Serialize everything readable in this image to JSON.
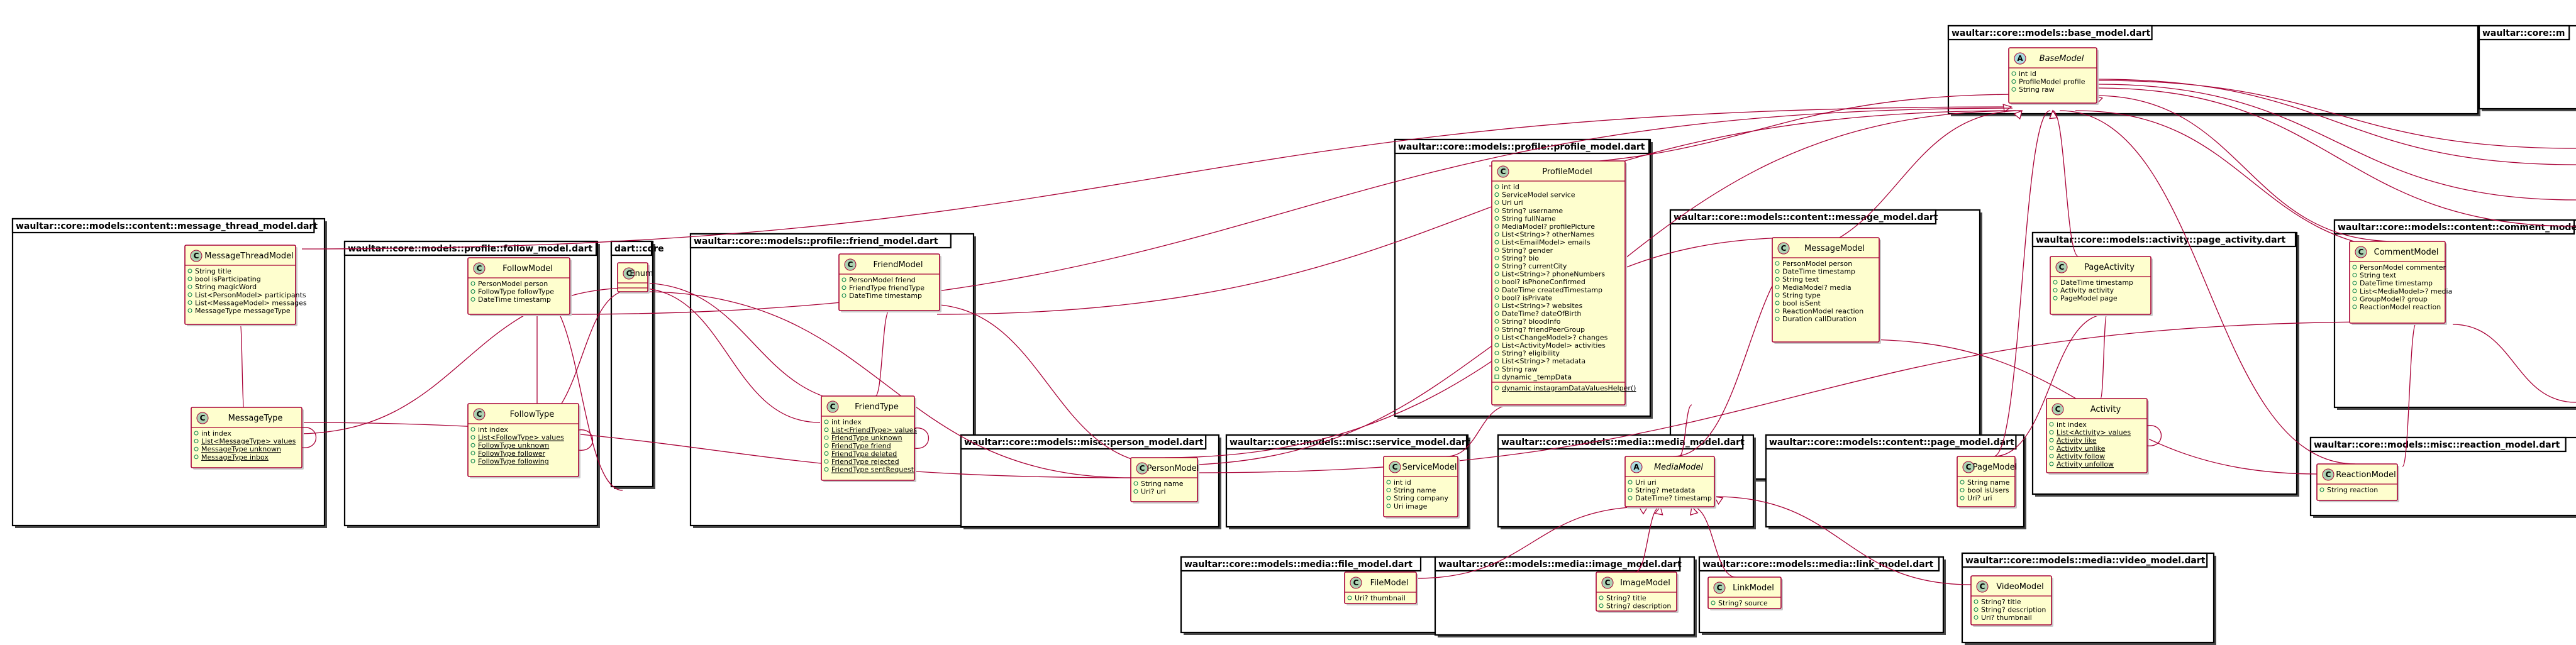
{
  "packages": [
    {
      "id": "base",
      "label": "waultar::core::models::base_model.dart"
    },
    {
      "id": "partial",
      "label": "waultar::core::m"
    },
    {
      "id": "msgthread",
      "label": "waultar::core::models::content::message_thread_model.dart"
    },
    {
      "id": "follow",
      "label": "waultar::core::models::profile::follow_model.dart"
    },
    {
      "id": "dartcore",
      "label": "dart::core"
    },
    {
      "id": "friend",
      "label": "waultar::core::models::profile::friend_model.dart"
    },
    {
      "id": "profile",
      "label": "waultar::core::models::profile::profile_model.dart"
    },
    {
      "id": "message",
      "label": "waultar::core::models::content::message_model.dart"
    },
    {
      "id": "pageact",
      "label": "waultar::core::models::activity::page_activity.dart"
    },
    {
      "id": "comment",
      "label": "waultar::core::models::content::comment_model"
    },
    {
      "id": "person",
      "label": "waultar::core::models::misc::person_model.dart"
    },
    {
      "id": "service",
      "label": "waultar::core::models::misc::service_model.dart"
    },
    {
      "id": "media",
      "label": "waultar::core::models::media::media_model.dart"
    },
    {
      "id": "page",
      "label": "waultar::core::models::content::page_model.dart"
    },
    {
      "id": "reaction",
      "label": "waultar::core::models::misc::reaction_model.dart"
    },
    {
      "id": "file",
      "label": "waultar::core::models::media::file_model.dart"
    },
    {
      "id": "image",
      "label": "waultar::core::models::media::image_model.dart"
    },
    {
      "id": "linkm",
      "label": "waultar::core::models::media::link_model.dart"
    },
    {
      "id": "video",
      "label": "waultar::core::models::media::video_model.dart"
    }
  ],
  "classes": [
    {
      "id": "BaseModel",
      "name": "BaseModel",
      "stereotype": "A",
      "abstract": true,
      "attrs": [
        {
          "text": "int id",
          "vis": "+"
        },
        {
          "text": "ProfileModel profile",
          "vis": "+"
        },
        {
          "text": "String raw",
          "vis": "+"
        }
      ]
    },
    {
      "id": "MessageThreadModel",
      "name": "MessageThreadModel",
      "stereotype": "C",
      "abstract": false,
      "attrs": [
        {
          "text": "String title",
          "vis": "+"
        },
        {
          "text": "bool isParticipating",
          "vis": "+"
        },
        {
          "text": "String magicWord",
          "vis": "+"
        },
        {
          "text": "List<PersonModel> participants",
          "vis": "+"
        },
        {
          "text": "List<MessageModel> messages",
          "vis": "+"
        },
        {
          "text": "MessageType messageType",
          "vis": "+"
        }
      ]
    },
    {
      "id": "MessageType",
      "name": "MessageType",
      "stereotype": "C",
      "abstract": false,
      "attrs": [
        {
          "text": "int index",
          "vis": "+"
        },
        {
          "text": "List<MessageType> values",
          "vis": "+",
          "static": true
        },
        {
          "text": "MessageType unknown",
          "vis": "+",
          "static": true
        },
        {
          "text": "MessageType inbox",
          "vis": "+",
          "static": true
        }
      ]
    },
    {
      "id": "FollowModel",
      "name": "FollowModel",
      "stereotype": "C",
      "abstract": false,
      "attrs": [
        {
          "text": "PersonModel person",
          "vis": "+"
        },
        {
          "text": "FollowType followType",
          "vis": "+"
        },
        {
          "text": "DateTime timestamp",
          "vis": "+"
        }
      ]
    },
    {
      "id": "FollowType",
      "name": "FollowType",
      "stereotype": "C",
      "abstract": false,
      "attrs": [
        {
          "text": "int index",
          "vis": "+"
        },
        {
          "text": "List<FollowType> values",
          "vis": "+",
          "static": true
        },
        {
          "text": "FollowType unknown",
          "vis": "+",
          "static": true
        },
        {
          "text": "FollowType follower",
          "vis": "+",
          "static": true
        },
        {
          "text": "FollowType following",
          "vis": "+",
          "static": true
        }
      ]
    },
    {
      "id": "Enum",
      "name": "Enum",
      "stereotype": "C",
      "abstract": false,
      "attrs": []
    },
    {
      "id": "FriendModel",
      "name": "FriendModel",
      "stereotype": "C",
      "abstract": false,
      "attrs": [
        {
          "text": "PersonModel friend",
          "vis": "+"
        },
        {
          "text": "FriendType friendType",
          "vis": "+"
        },
        {
          "text": "DateTime timestamp",
          "vis": "+"
        }
      ]
    },
    {
      "id": "FriendType",
      "name": "FriendType",
      "stereotype": "C",
      "abstract": false,
      "attrs": [
        {
          "text": "int index",
          "vis": "+"
        },
        {
          "text": "List<FriendType> values",
          "vis": "+",
          "static": true
        },
        {
          "text": "FriendType unknown",
          "vis": "+",
          "static": true
        },
        {
          "text": "FriendType friend",
          "vis": "+",
          "static": true
        },
        {
          "text": "FriendType deleted",
          "vis": "+",
          "static": true
        },
        {
          "text": "FriendType rejected",
          "vis": "+",
          "static": true
        },
        {
          "text": "FriendType sentRequest",
          "vis": "+",
          "static": true
        }
      ]
    },
    {
      "id": "ProfileModel",
      "name": "ProfileModel",
      "stereotype": "C",
      "abstract": false,
      "attrs": [
        {
          "text": "int id",
          "vis": "+"
        },
        {
          "text": "ServiceModel service",
          "vis": "+"
        },
        {
          "text": "Uri uri",
          "vis": "+"
        },
        {
          "text": "String? username",
          "vis": "+"
        },
        {
          "text": "String fullName",
          "vis": "+"
        },
        {
          "text": "MediaModel? profilePicture",
          "vis": "+"
        },
        {
          "text": "List<String>? otherNames",
          "vis": "+"
        },
        {
          "text": "List<EmailModel> emails",
          "vis": "+"
        },
        {
          "text": "String? gender",
          "vis": "+"
        },
        {
          "text": "String? bio",
          "vis": "+"
        },
        {
          "text": "String? currentCity",
          "vis": "+"
        },
        {
          "text": "List<String>? phoneNumbers",
          "vis": "+"
        },
        {
          "text": "bool? isPhoneConfirmed",
          "vis": "+"
        },
        {
          "text": "DateTime createdTimestamp",
          "vis": "+"
        },
        {
          "text": "bool? isPrivate",
          "vis": "+"
        },
        {
          "text": "List<String>? websites",
          "vis": "+"
        },
        {
          "text": "DateTime? dateOfBirth",
          "vis": "+"
        },
        {
          "text": "String? bloodInfo",
          "vis": "+"
        },
        {
          "text": "String? friendPeerGroup",
          "vis": "+"
        },
        {
          "text": "List<ChangeModel>? changes",
          "vis": "+"
        },
        {
          "text": "List<ActivityModel> activities",
          "vis": "+"
        },
        {
          "text": "String? eligibility",
          "vis": "+"
        },
        {
          "text": "List<String>? metadata",
          "vis": "+"
        },
        {
          "text": "String raw",
          "vis": "+"
        },
        {
          "text": "dynamic _tempData",
          "vis": "-"
        }
      ],
      "methods": [
        {
          "text": "dynamic instagramDataValuesHelper()",
          "vis": "+",
          "static": true
        }
      ]
    },
    {
      "id": "MessageModel",
      "name": "MessageModel",
      "stereotype": "C",
      "abstract": false,
      "attrs": [
        {
          "text": "PersonModel person",
          "vis": "+"
        },
        {
          "text": "DateTime timestamp",
          "vis": "+"
        },
        {
          "text": "String text",
          "vis": "+"
        },
        {
          "text": "MediaModel? media",
          "vis": "+"
        },
        {
          "text": "String type",
          "vis": "+"
        },
        {
          "text": "bool isSent",
          "vis": "+"
        },
        {
          "text": "ReactionModel reaction",
          "vis": "+"
        },
        {
          "text": "Duration callDuration",
          "vis": "+"
        }
      ]
    },
    {
      "id": "PageActivity",
      "name": "PageActivity",
      "stereotype": "C",
      "abstract": false,
      "attrs": [
        {
          "text": "DateTime timestamp",
          "vis": "+"
        },
        {
          "text": "Activity activity",
          "vis": "+"
        },
        {
          "text": "PageModel page",
          "vis": "+"
        }
      ]
    },
    {
      "id": "Activity",
      "name": "Activity",
      "stereotype": "C",
      "abstract": false,
      "attrs": [
        {
          "text": "int index",
          "vis": "+"
        },
        {
          "text": "List<Activity> values",
          "vis": "+",
          "static": true
        },
        {
          "text": "Activity like",
          "vis": "+",
          "static": true
        },
        {
          "text": "Activity unlike",
          "vis": "+",
          "static": true
        },
        {
          "text": "Activity follow",
          "vis": "+",
          "static": true
        },
        {
          "text": "Activity unfollow",
          "vis": "+",
          "static": true
        }
      ]
    },
    {
      "id": "CommentModel",
      "name": "CommentModel",
      "stereotype": "C",
      "abstract": false,
      "attrs": [
        {
          "text": "PersonModel commenter",
          "vis": "+"
        },
        {
          "text": "String text",
          "vis": "+"
        },
        {
          "text": "DateTime timestamp",
          "vis": "+"
        },
        {
          "text": "List<MediaModel>? media",
          "vis": "+"
        },
        {
          "text": "GroupModel? group",
          "vis": "+"
        },
        {
          "text": "ReactionModel reaction",
          "vis": "+"
        }
      ]
    },
    {
      "id": "PersonModel",
      "name": "PersonModel",
      "stereotype": "C",
      "abstract": false,
      "attrs": [
        {
          "text": "String name",
          "vis": "+"
        },
        {
          "text": "Uri? uri",
          "vis": "+"
        }
      ]
    },
    {
      "id": "ServiceModel",
      "name": "ServiceModel",
      "stereotype": "C",
      "abstract": false,
      "attrs": [
        {
          "text": "int id",
          "vis": "+"
        },
        {
          "text": "String name",
          "vis": "+"
        },
        {
          "text": "String company",
          "vis": "+"
        },
        {
          "text": "Uri image",
          "vis": "+"
        }
      ]
    },
    {
      "id": "MediaModel",
      "name": "MediaModel",
      "stereotype": "A",
      "abstract": true,
      "attrs": [
        {
          "text": "Uri uri",
          "vis": "+"
        },
        {
          "text": "String? metadata",
          "vis": "+"
        },
        {
          "text": "DateTime? timestamp",
          "vis": "+"
        }
      ]
    },
    {
      "id": "PageModel",
      "name": "PageModel",
      "stereotype": "C",
      "abstract": false,
      "attrs": [
        {
          "text": "String name",
          "vis": "+"
        },
        {
          "text": "bool isUsers",
          "vis": "+"
        },
        {
          "text": "Uri? uri",
          "vis": "+"
        }
      ]
    },
    {
      "id": "ReactionModel",
      "name": "ReactionModel",
      "stereotype": "C",
      "abstract": false,
      "attrs": [
        {
          "text": "String reaction",
          "vis": "+"
        }
      ]
    },
    {
      "id": "FileModel",
      "name": "FileModel",
      "stereotype": "C",
      "abstract": false,
      "attrs": [
        {
          "text": "Uri? thumbnail",
          "vis": "+"
        }
      ]
    },
    {
      "id": "ImageModel",
      "name": "ImageModel",
      "stereotype": "C",
      "abstract": false,
      "attrs": [
        {
          "text": "String? title",
          "vis": "+"
        },
        {
          "text": "String? description",
          "vis": "+"
        }
      ]
    },
    {
      "id": "LinkModel",
      "name": "LinkModel",
      "stereotype": "C",
      "abstract": false,
      "attrs": [
        {
          "text": "String? source",
          "vis": "+"
        }
      ]
    },
    {
      "id": "VideoModel",
      "name": "VideoModel",
      "stereotype": "C",
      "abstract": false,
      "attrs": [
        {
          "text": "String? title",
          "vis": "+"
        },
        {
          "text": "String? description",
          "vis": "+"
        },
        {
          "text": "Uri? thumbnail",
          "vis": "+"
        }
      ]
    }
  ],
  "colors": {
    "class_fill": "#FEFECE",
    "class_border": "#A80036",
    "link": "#A80036",
    "circle_class": "#ADD1B2",
    "circle_abstract": "#A9DCDF",
    "visibility": "#038048"
  }
}
